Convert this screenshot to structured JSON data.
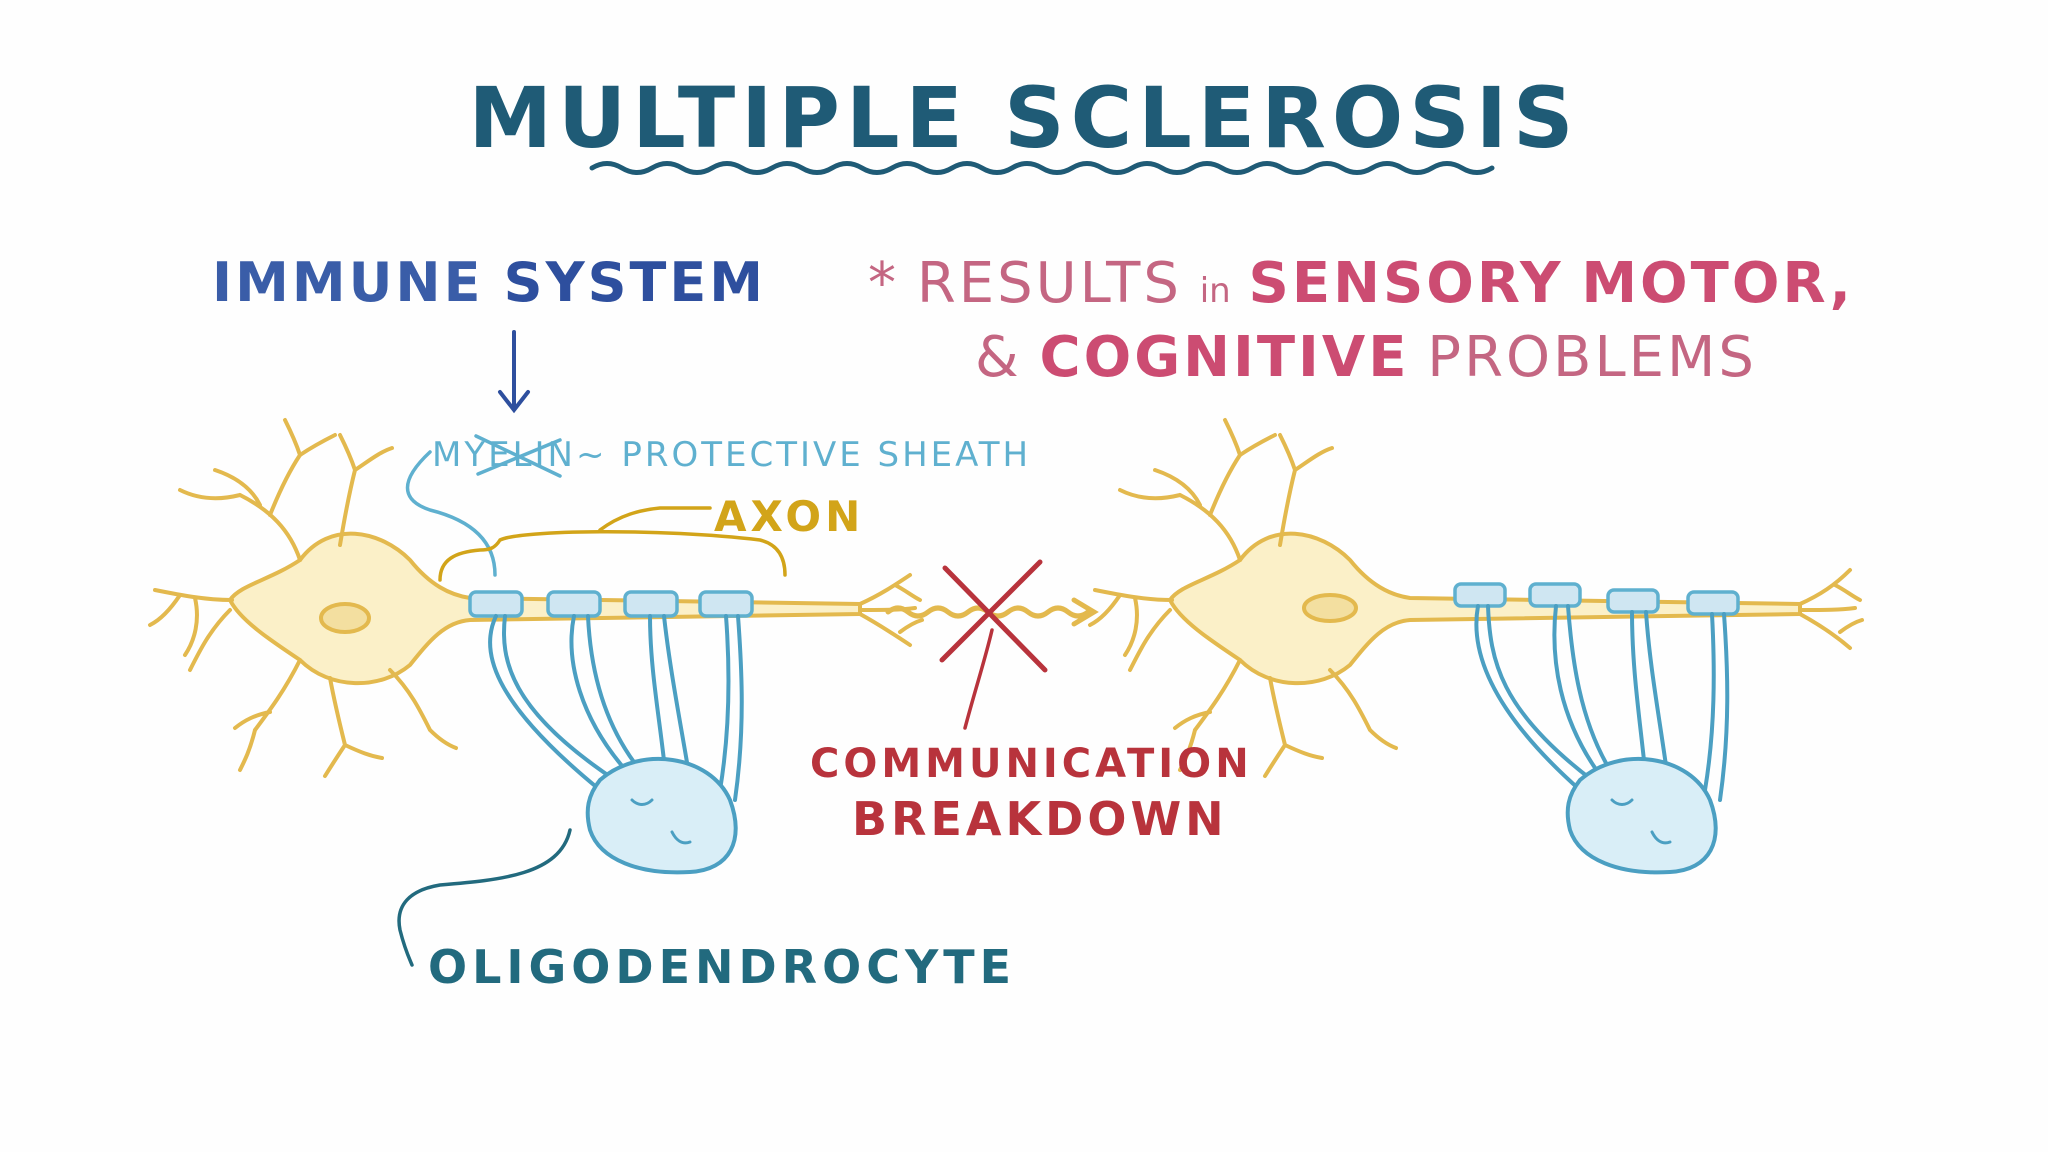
{
  "title": "MULTIPLE SCLEROSIS",
  "immune_system": {
    "word1": "IMMUNE",
    "word2": "SYSTEM"
  },
  "results": {
    "asterisk": "*",
    "prefix": "RESULTS",
    "in": "in",
    "sensory": "SENSORY",
    "motor": "MOTOR,",
    "amp": "&",
    "cognitive": "COGNITIVE",
    "problems": "PROBLEMS"
  },
  "myelin": {
    "word": "MYELIN",
    "tilde": "~",
    "description": "PROTECTIVE SHEATH"
  },
  "axon": "AXON",
  "communication": {
    "line1": "COMMUNICATION",
    "line2": "BREAKDOWN"
  },
  "oligodendrocyte": "OLIGODENDROCYTE",
  "colors": {
    "title": "#1f5b76",
    "neuron": "#e8c25a",
    "neuron_fill": "#fbf0c8",
    "myelin": "#5fb0cf",
    "oligodendrocyte_fill": "#d9eef7",
    "breakdown": "#b8333c",
    "results": "#cc4c72",
    "immune": "#3a5da8"
  }
}
